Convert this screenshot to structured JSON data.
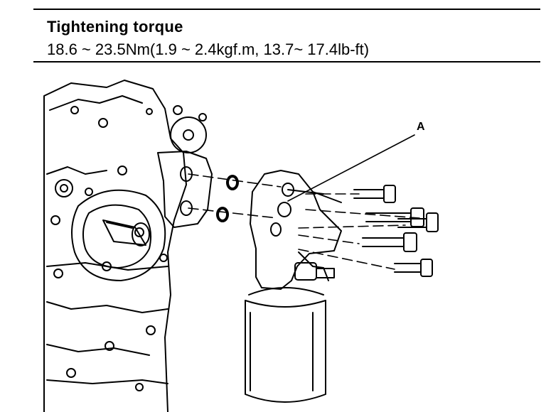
{
  "spec": {
    "title": "Tightening torque",
    "value": "18.6 ~ 23.5Nm(1.9 ~ 2.4kgf.m, 13.7~ 17.4lb-ft)"
  },
  "diagram": {
    "callout_label": "A"
  }
}
